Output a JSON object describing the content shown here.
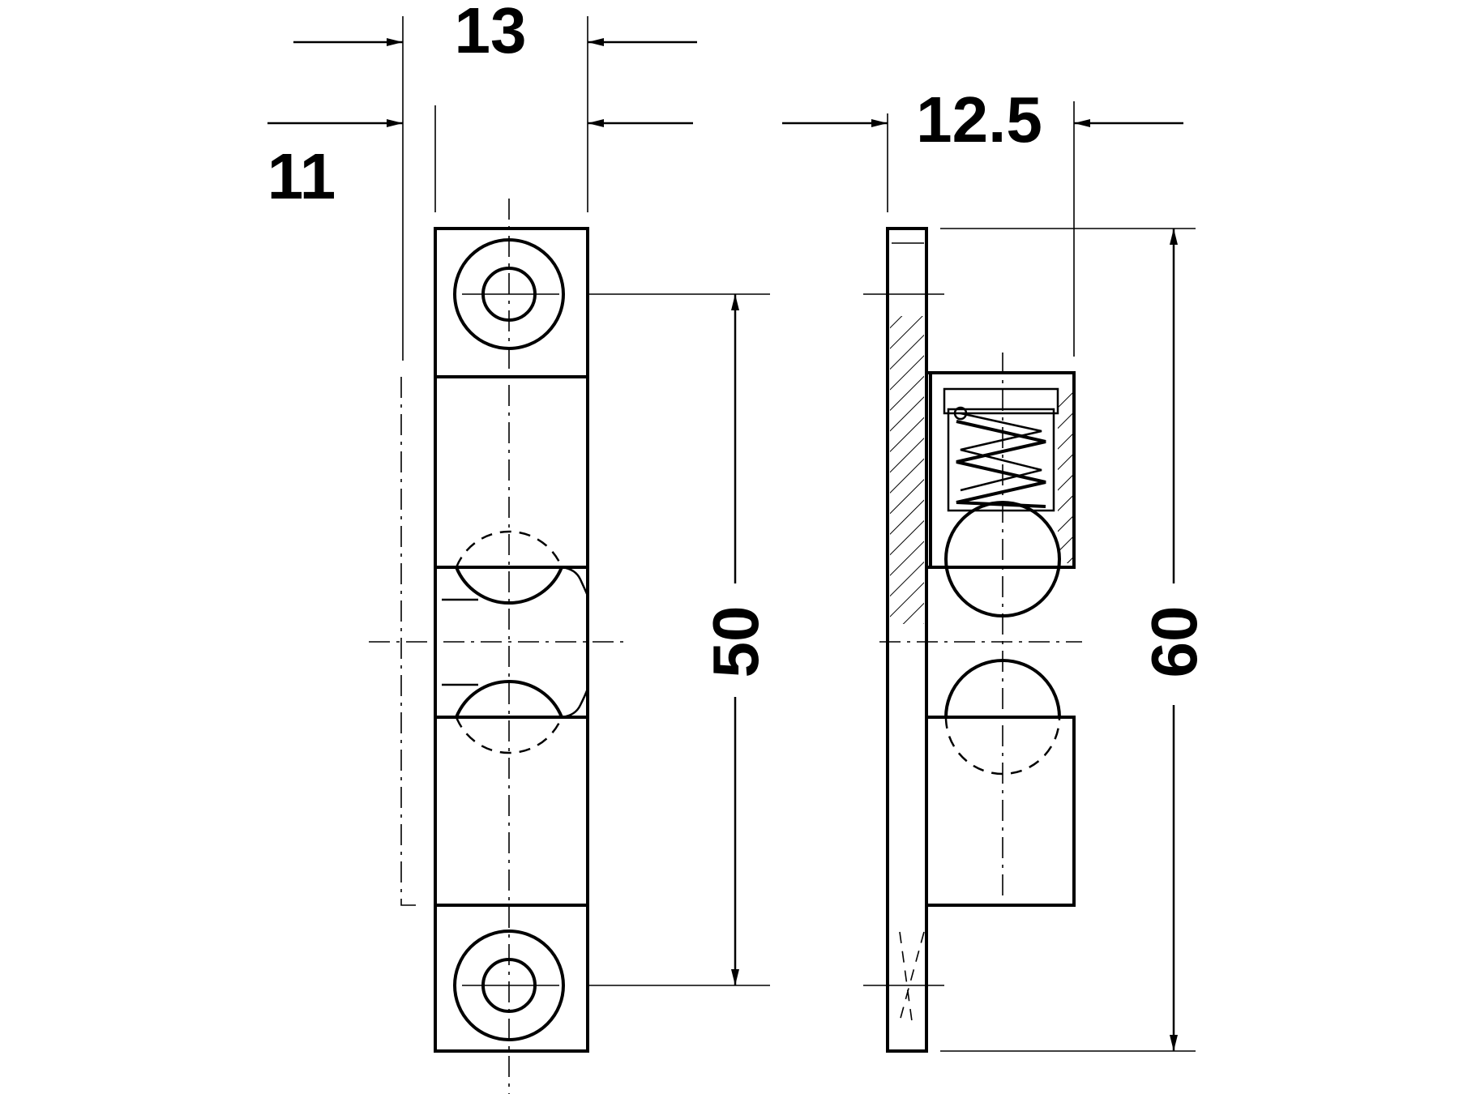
{
  "dimensions": {
    "front_width": "13",
    "offset": "11",
    "side_depth": "12.5",
    "hole_spacing": "50",
    "overall_length": "60"
  },
  "colors": {
    "line": "#000000",
    "background": "#ffffff"
  }
}
